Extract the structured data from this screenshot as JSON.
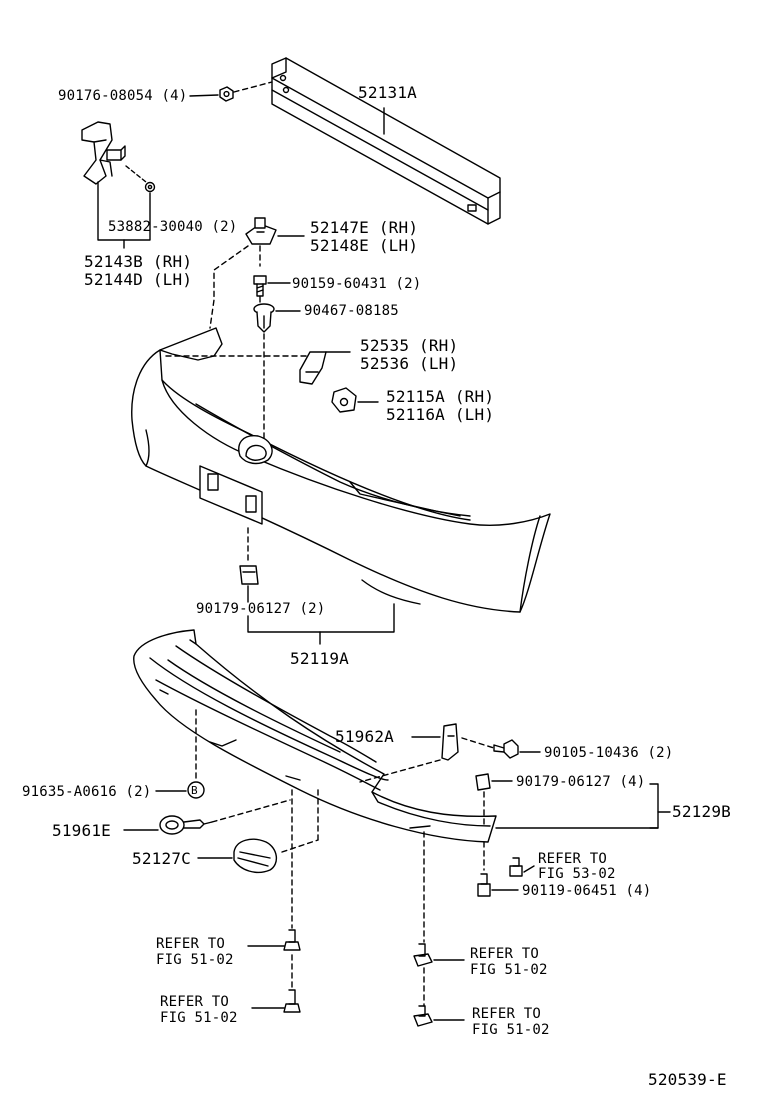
{
  "diagram_id": "520539-E",
  "labels": {
    "p52131A": "52131A",
    "p90176": "90176-08054 (4)",
    "p53882": "53882-30040 (2)",
    "p52143B": "52143B (RH)",
    "p52144D": "52144D (LH)",
    "p52147E": "52147E (RH)",
    "p52148E": "52148E (LH)",
    "p90159": "90159-60431 (2)",
    "p90467": "90467-08185",
    "p52535": "52535 (RH)",
    "p52536": "52536 (LH)",
    "p52115A": "52115A (RH)",
    "p52116A": "52116A (LH)",
    "p90179a": "90179-06127 (2)",
    "p52119A": "52119A",
    "p51962A": "51962A",
    "p90105": "90105-10436 (2)",
    "p90179b": "90179-06127 (4)",
    "p52129B": "52129B",
    "p91635": "91635-A0616 (2)",
    "circleB": "B",
    "p51961E": "51961E",
    "p52127C": "52127C",
    "p90119": "90119-06451 (4)"
  },
  "refers": {
    "r1_l1": "REFER TO",
    "r1_l2": "FIG 53-02",
    "r2_l1": "REFER TO",
    "r2_l2": "FIG 51-02",
    "r3_l1": "REFER TO",
    "r3_l2": "FIG 51-02",
    "r4_l1": "REFER TO",
    "r4_l2": "FIG 51-02",
    "r5_l1": "REFER TO",
    "r5_l2": "FIG 51-02"
  }
}
